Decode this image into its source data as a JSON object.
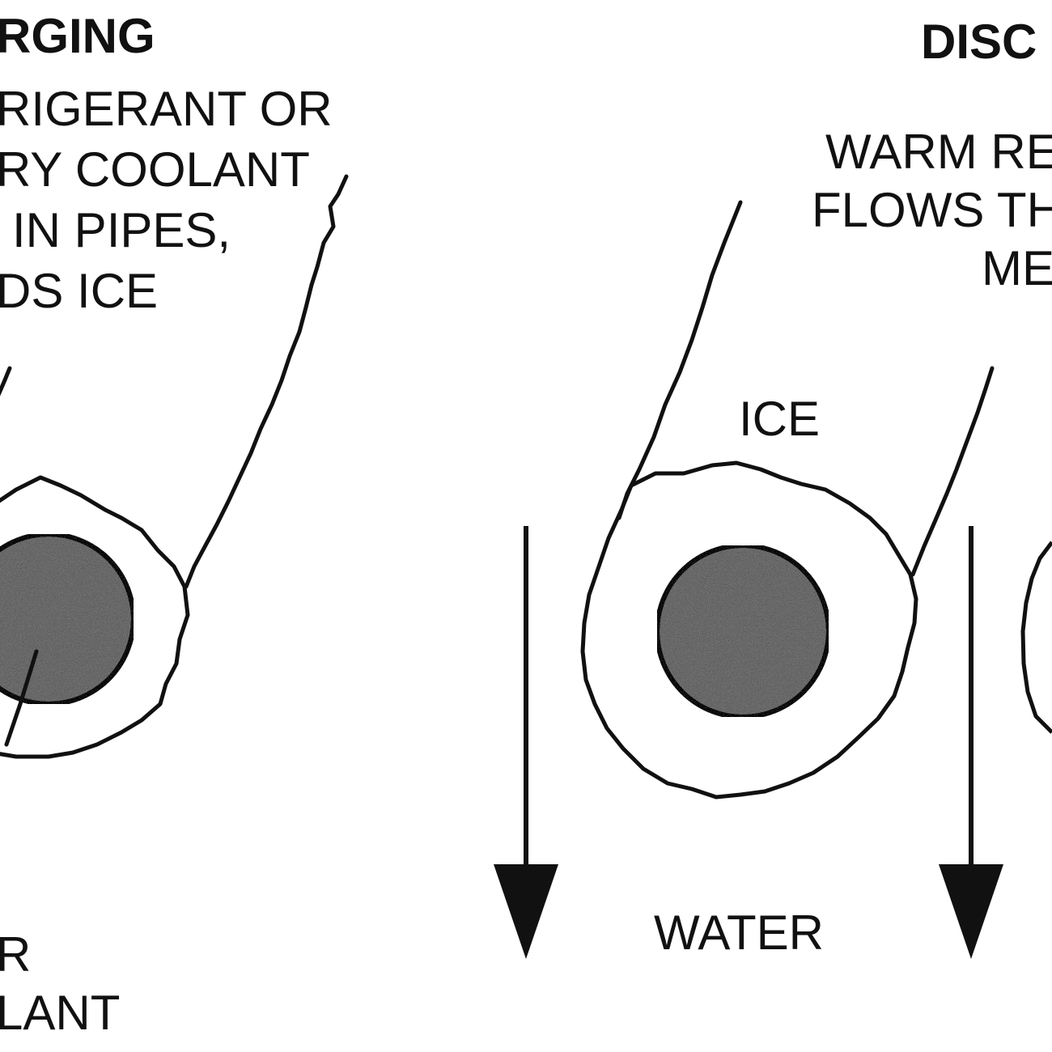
{
  "left_panel": {
    "heading": "RGING",
    "description_lines": [
      "RIGERANT OR",
      "RY COOLANT",
      "IN PIPES,",
      "DS ICE"
    ],
    "bottom_label_lines": [
      "R",
      "LANT"
    ]
  },
  "right_panel": {
    "heading": "DISC",
    "description_lines": [
      "WARM RE",
      "FLOWS TH",
      "ME"
    ],
    "ice_label": "ICE",
    "water_label": "WATER"
  },
  "colors": {
    "ink": "#111111",
    "pipe_fill": "#7d7d7d",
    "background": "#ffffff"
  }
}
